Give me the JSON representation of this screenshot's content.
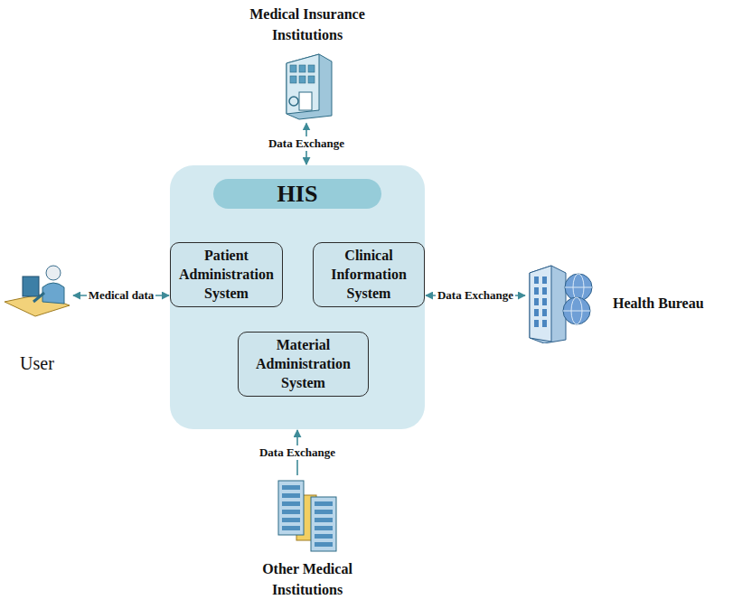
{
  "diagram": {
    "nodes": [
      {
        "text": [
          "HIS"
        ]
      },
      {
        "text": [
          "Patient Administration System"
        ],
        "in": 0
      },
      {
        "text": [
          "Clinical Information System"
        ],
        "in": 0
      },
      {
        "text": [
          "Material Administration System"
        ],
        "in": 0
      },
      {
        "text": [
          "Medical Insurance Institutions"
        ]
      },
      {
        "text": [
          "User"
        ]
      },
      {
        "text": [
          "Health Bureau"
        ]
      },
      {
        "text": [
          "Other Medical Institutions"
        ]
      }
    ],
    "edges": [
      {
        "from": 4,
        "to": 0,
        "label": "Data Exchange",
        "arrow": "both"
      },
      {
        "from": 5,
        "to": 1,
        "label": "Medical data",
        "arrow": "both"
      },
      {
        "from": 2,
        "to": 6,
        "label": "Data Exchange",
        "arrow": "both"
      },
      {
        "from": 7,
        "to": 0,
        "label": "Data Exchange",
        "arrow": "to"
      }
    ]
  }
}
